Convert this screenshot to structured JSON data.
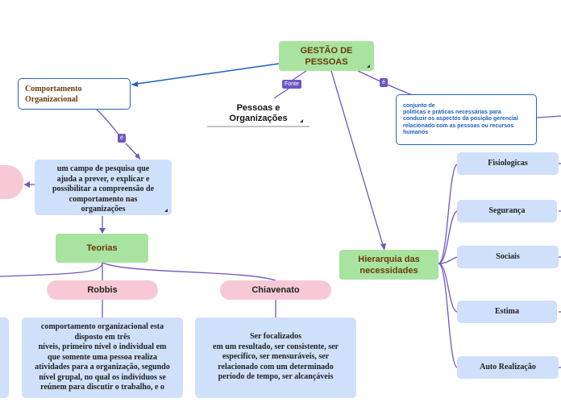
{
  "central": {
    "label": "GESTÃO DE\nPESSOAS"
  },
  "edge_labels": {
    "fonte": "Fonte",
    "e1": "é",
    "e2": "é"
  },
  "comportamento": {
    "label": "Comportamento\nOrganizacional"
  },
  "pessoas": {
    "label": "Pessoas e\nOrganizações"
  },
  "conjunto": {
    "label": "conjunto de\npolíticas e práticas necessárias para\nconduzir os aspectos da posição gerencial\nrelacionado com as pessoas ou recursos\nhumanos"
  },
  "campo": {
    "label": "um campo de pesquisa que\najuda a prever, e explicar e\npossibilitar a compreensão de\ncomportamento nas\norganizações"
  },
  "teorias": {
    "label": "Teorias"
  },
  "robbis": {
    "label": "Robbis"
  },
  "chiavenato": {
    "label": "Chiavenato"
  },
  "robbis_text": {
    "label": "comportamento organizacional esta\ndisposto em três\nníveis, primeiro nível o individual em\nque somente uma pessoa realiza\natividades para a organização, segundo\nnível grupal, no qual os indivíduos se\nreúnem para discutir o trabalho, e o"
  },
  "chiavenato_text": {
    "label": "Ser focalizados\nem um resultado, ser consistente, ser\nespecífico, ser mensuráveis, ser\nrelacionado com um determinado\nperíodo de tempo, ser alcançáveis"
  },
  "hierarquia": {
    "label": "Hierarquia das\nnecessidades"
  },
  "needs": [
    "Fisiologicas",
    "Segurança",
    "Sociais",
    "Estima",
    "Auto Realização"
  ],
  "colors": {
    "central": "#a9e3a0",
    "topic": "#cfe0fb",
    "pink": "#f7c9d6",
    "link_blue": "#1f5fbf",
    "link_purple": "#6f56c3"
  }
}
